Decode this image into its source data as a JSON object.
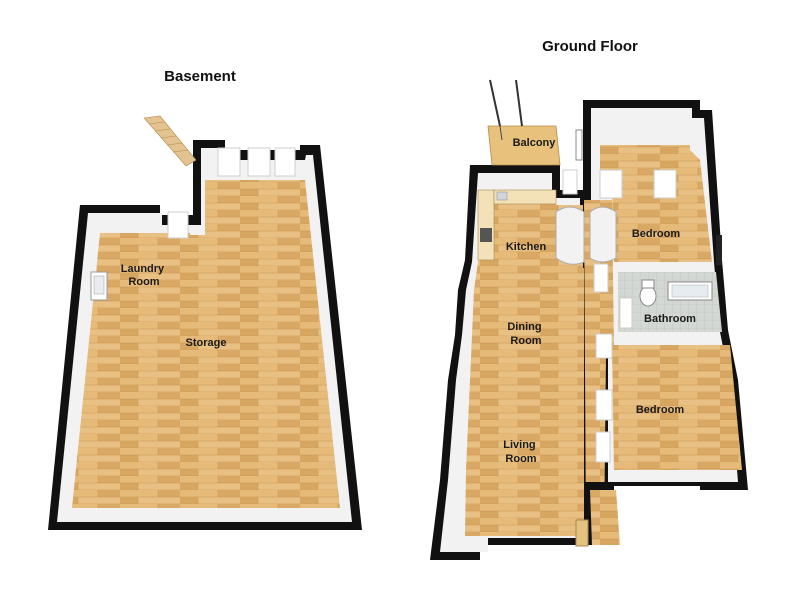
{
  "floors": {
    "basement": {
      "title": "Basement",
      "rooms": {
        "laundry_line1": "Laundry",
        "laundry_line2": "Room",
        "storage": "Storage"
      }
    },
    "ground": {
      "title": "Ground Floor",
      "rooms": {
        "balcony": "Balcony",
        "kitchen": "Kitchen",
        "bedroom_1": "Bedroom",
        "bathroom": "Bathroom",
        "dining_line1": "Dining",
        "dining_line2": "Room",
        "bedroom_2": "Bedroom",
        "living_line1": "Living",
        "living_line2": "Room"
      }
    }
  },
  "colors": {
    "floor_wood": "#e2b46e",
    "wall_top": "#111111",
    "wall_inner": "#f4f4f4",
    "tile": "#cfd3cf"
  }
}
